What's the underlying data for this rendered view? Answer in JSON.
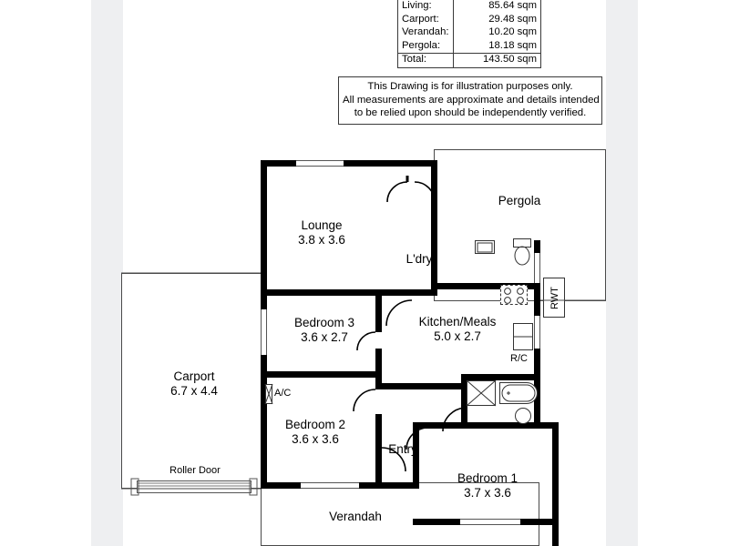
{
  "document": {
    "type": "floor-plan",
    "background_color": "#ffffff",
    "band_color": "#eeeff1"
  },
  "area_table": {
    "rows": [
      {
        "label": "Living:",
        "value": "85.64 sqm"
      },
      {
        "label": "Carport:",
        "value": "29.48 sqm"
      },
      {
        "label": "Verandah:",
        "value": "10.20 sqm"
      },
      {
        "label": "Pergola:",
        "value": "18.18 sqm"
      }
    ],
    "total": {
      "label": "Total:",
      "value": "143.50 sqm"
    }
  },
  "disclaimer": {
    "line1": "This Drawing is for illustration purposes only.",
    "line2": "All measurements are approximate and details intended",
    "line3": "to be relied upon should be independently verified."
  },
  "rooms": {
    "lounge": {
      "name": "Lounge",
      "dims": "3.8 x 3.6"
    },
    "ldry": {
      "name": "L'dry",
      "dims": ""
    },
    "pergola": {
      "name": "Pergola",
      "dims": ""
    },
    "bedroom3": {
      "name": "Bedroom 3",
      "dims": "3.6 x 2.7"
    },
    "kitchen": {
      "name": "Kitchen/Meals",
      "dims": "5.0 x 2.7"
    },
    "bedroom2": {
      "name": "Bedroom 2",
      "dims": "3.6 x 3.6"
    },
    "entry": {
      "name": "Entry",
      "dims": ""
    },
    "bedroom1": {
      "name": "Bedroom 1",
      "dims": "3.7 x 3.6"
    },
    "carport": {
      "name": "Carport",
      "dims": "6.7 x 4.4"
    },
    "verandah": {
      "name": "Verandah",
      "dims": ""
    }
  },
  "annotations": {
    "roller_door": "Roller Door",
    "air_conditioner": "A/C",
    "rainwater_tank": "RWT",
    "robe_cupboard": "R/C"
  }
}
